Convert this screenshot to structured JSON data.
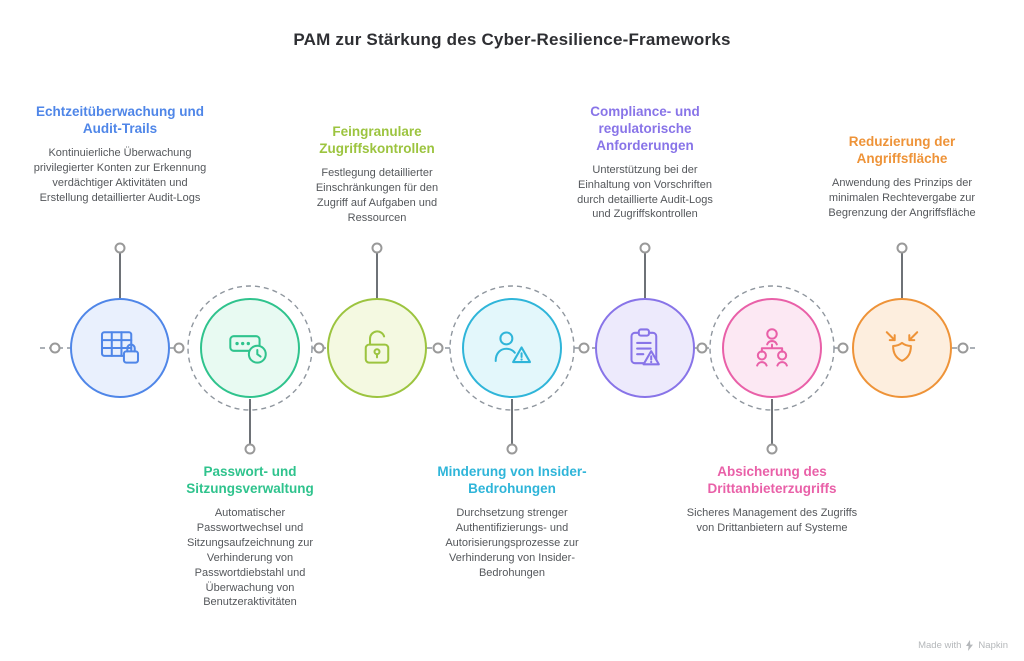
{
  "page": {
    "title": "PAM zur Stärkung des Cyber-Resilience-Frameworks"
  },
  "items": [
    {
      "title": "Echtzeitüberwachung und Audit-Trails",
      "description": "Kontinuierliche Überwachung privilegierter Konten zur Erkennung verdächtiger Aktivitäten und Erstellung detaillierter Audit-Logs",
      "color": "#4f86e8",
      "tint": "#e9f0fd",
      "icon": "table-lock-icon"
    },
    {
      "title": "Passwort- und Sitzungsverwaltung",
      "description": "Automatischer Passwortwechsel und Sitzungsaufzeichnung zur Verhinderung von Passwortdiebstahl und Überwachung von Benutzeraktivitäten",
      "color": "#2fc38d",
      "tint": "#e8faf2",
      "icon": "password-clock-icon"
    },
    {
      "title": "Feingranulare Zugriffskontrollen",
      "description": "Festlegung detaillierter Einschränkungen für den Zugriff auf Aufgaben und Ressourcen",
      "color": "#9cc43f",
      "tint": "#f4f9e1",
      "icon": "open-lock-icon"
    },
    {
      "title": "Minderung von Insider-Bedrohungen",
      "description": "Durchsetzung strenger Authentifizierungs- und Autorisierungsprozesse zur Verhinderung von Insider-Bedrohungen",
      "color": "#2fb5d9",
      "tint": "#e3f7fb",
      "icon": "user-warning-icon"
    },
    {
      "title": "Compliance- und regulatorische Anforderungen",
      "description": "Unterstützung bei der Einhaltung von Vorschriften durch detaillierte Audit-Logs und Zugriffskontrollen",
      "color": "#8874e8",
      "tint": "#edeafc",
      "icon": "clipboard-warning-icon"
    },
    {
      "title": "Absicherung des Drittanbieterzugriffs",
      "description": "Sicheres Management des Zugriffs von Drittanbietern auf Systeme",
      "color": "#e960a8",
      "tint": "#fce8f3",
      "icon": "third-party-users-icon"
    },
    {
      "title": "Reduzierung der Angriffsfläche",
      "description": "Anwendung des Prinzips der minimalen Rechtevergabe zur Begrenzung der Angriffsfläche",
      "color": "#ee9338",
      "tint": "#fdeede",
      "icon": "shield-minimize-icon"
    }
  ],
  "footer": {
    "label": "Made with",
    "brand": "Napkin"
  }
}
